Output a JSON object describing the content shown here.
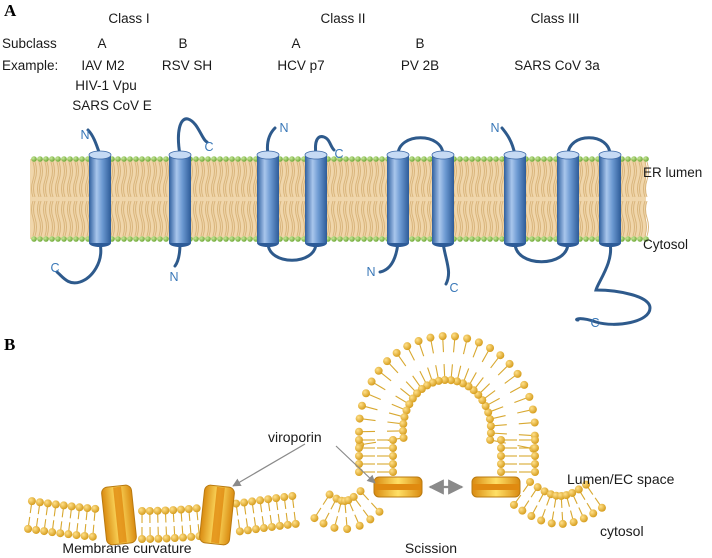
{
  "panel_a": {
    "letter": "A",
    "classes": [
      "Class I",
      "Class II",
      "Class III"
    ],
    "subclass_label": "Subclass",
    "subclasses": [
      "A",
      "B",
      "A",
      "B"
    ],
    "example_label": "Example:",
    "examples": [
      "IAV M2",
      "HIV-1 Vpu",
      "SARS CoV E",
      "RSV SH",
      "HCV p7",
      "PV 2B",
      "SARS CoV 3a"
    ],
    "terminus": {
      "n": "N",
      "c": "C"
    },
    "compartments": {
      "top": "ER lumen",
      "bottom": "Cytosol"
    }
  },
  "panel_b": {
    "letter": "B",
    "viroporin_label": "viroporin",
    "captions": {
      "left": "Membrane curvature",
      "right": "Scission"
    },
    "compartments": {
      "top": "Lumen/EC space",
      "bottom": "cytosol"
    }
  },
  "colors": {
    "helix": "#5f8fc9",
    "loop": "#2e5a8c",
    "terminus_text": "#3a78b8",
    "bilayer_core": "#efd5a8",
    "headgroup_green": "#8cbf4c",
    "headgroup_gold": "#e8b532",
    "pore_orange": "#e8a020"
  }
}
